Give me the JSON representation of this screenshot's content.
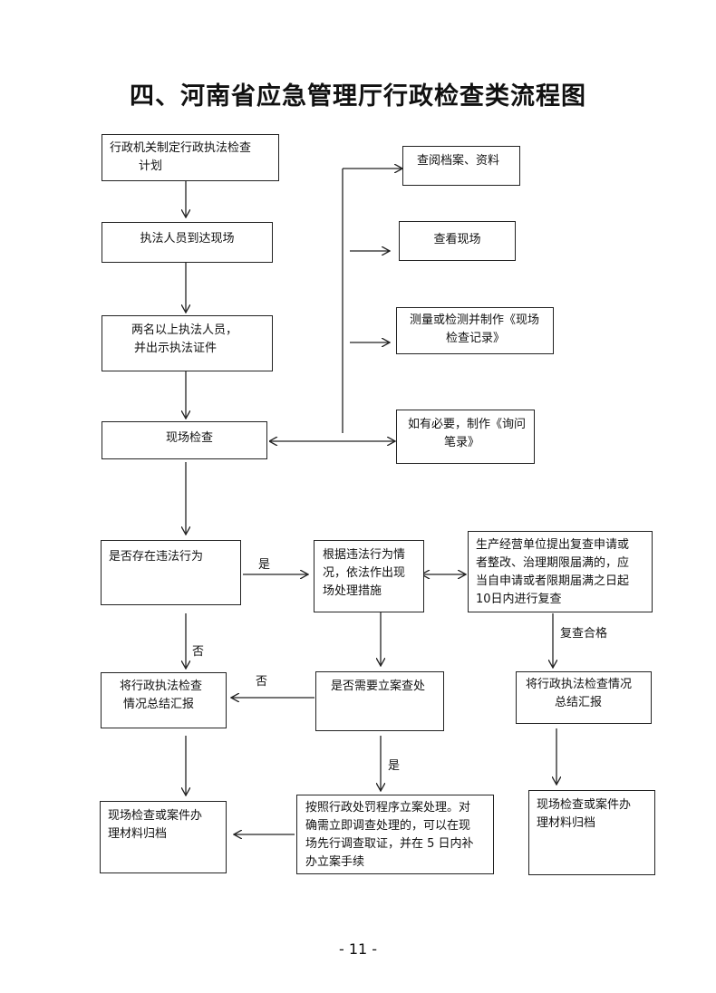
{
  "title": "四、河南省应急管理厅行政检查类流程图",
  "page_number": "- 11 -",
  "nodes": {
    "plan": {
      "line1": "行政机关制定行政执法检查",
      "line2": "计划"
    },
    "arrive": {
      "line1": "执法人员到达现场"
    },
    "show_id": {
      "line1": "两名以上执法人员，",
      "line2": "并出示执法证件"
    },
    "inspect": {
      "line1": "现场检查"
    },
    "check_files": {
      "line1": "查阅档案、资料"
    },
    "view_site": {
      "line1": "查看现场"
    },
    "measure": {
      "line1": "测量或检测并制作《现场",
      "line2": "检查记录》"
    },
    "inquiry": {
      "line1": "如有必要，制作《询问",
      "line2": "笔录》"
    },
    "violation_q": {
      "line1": "是否存在违法行为"
    },
    "measures": {
      "line1": "根据违法行为情",
      "line2": "况，依法作出现",
      "line3": "场处理措施"
    },
    "recheck": {
      "line1": "生产经营单位提出复查申请或",
      "line2": "者整改、治理期限届满的，应",
      "line3": "当自申请或者限期届满之日起",
      "line4": "10日内进行复查"
    },
    "report_left": {
      "line1": "将行政执法检查",
      "line2": "情况总结汇报"
    },
    "case_q": {
      "line1": "是否需要立案查处"
    },
    "report_right": {
      "line1": "将行政执法检查情况",
      "line2": "总结汇报"
    },
    "archive_left": {
      "line1": "现场检查或案件办",
      "line2": "理材料归档"
    },
    "penalty": {
      "line1": "按照行政处罚程序立案处理。对",
      "line2": "确需立即调查处理的，可以在现",
      "line3": "场先行调查取证，并在 5 日内补",
      "line4": "办立案手续"
    },
    "archive_right": {
      "line1": "现场检查或案件办",
      "line2": "理材料归档"
    }
  },
  "labels": {
    "yes_1": "是",
    "no_1": "否",
    "no_2": "否",
    "yes_2": "是",
    "recheck_pass": "复查合格"
  }
}
